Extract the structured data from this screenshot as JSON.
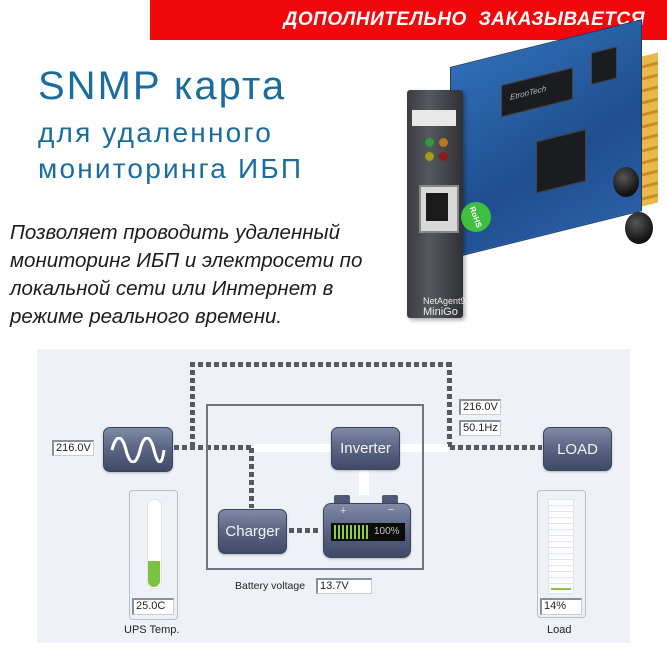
{
  "banner": {
    "text": "ДОПОЛНИТЕЛЬНО  ЗАКАЗЫВАЕТСЯ",
    "color": "#f2070b"
  },
  "headline": {
    "line1": "SNMP карта",
    "line2": "для удаленного",
    "line3": "мониторинга ИБП",
    "color": "#1a6c9e"
  },
  "description": "Позволяет проводить удаленный мониторинг ИБП и электросети по локальной сети или Интернет в режиме реального времени.",
  "product": {
    "brand_line1": "NetAgent9",
    "brand_line2": "MiniGo",
    "rohs_label": "RoHS",
    "chip_label": "EtronTech"
  },
  "diagram": {
    "input_voltage": "216.0V",
    "output_voltage": "216.0V",
    "output_frequency": "50.1Hz",
    "inverter_label": "Inverter",
    "charger_label": "Charger",
    "load_button_label": "LOAD",
    "battery": {
      "plus": "+",
      "minus": "−",
      "percent": "100%"
    },
    "battery_voltage_label": "Battery voltage",
    "battery_voltage": "13.7V",
    "ups_temp_value": "25.0C",
    "ups_temp_label": "UPS Temp.",
    "load_value": "14%",
    "load_label": "Load",
    "accent_green": "#7cc241"
  }
}
